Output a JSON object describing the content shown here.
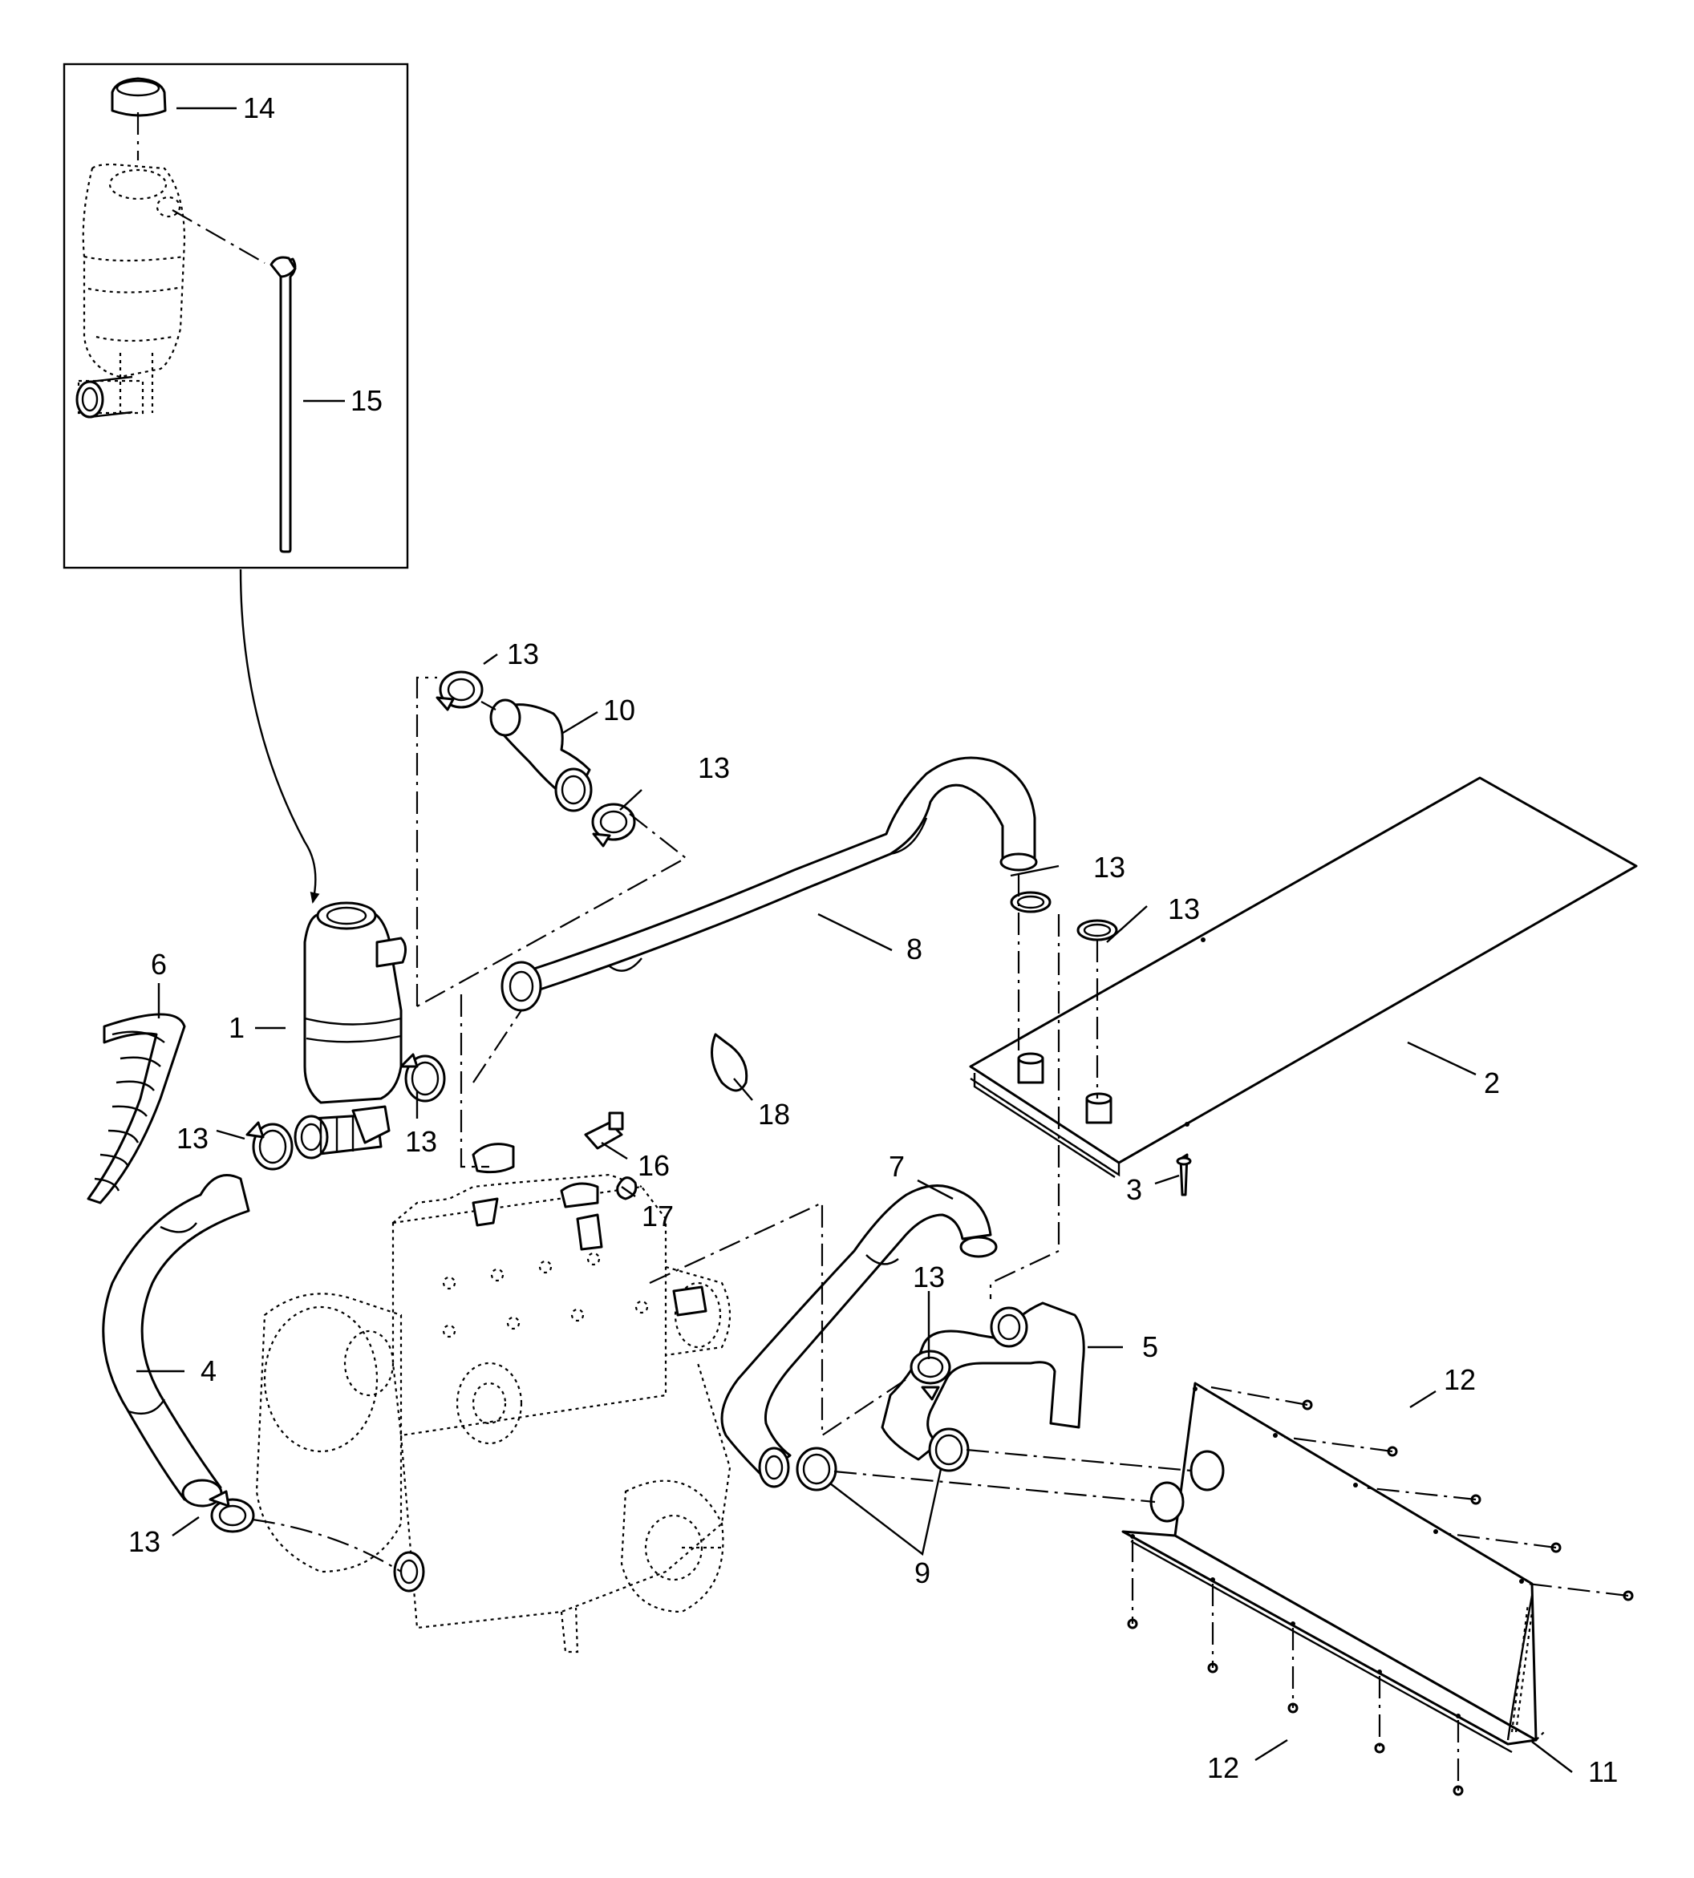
{
  "callouts": {
    "c1": "1",
    "c2": "2",
    "c3": "3",
    "c4": "4",
    "c5": "5",
    "c6": "6",
    "c7": "7",
    "c8": "8",
    "c9": "9",
    "c10": "10",
    "c11": "11",
    "c12a": "12",
    "c12b": "12",
    "c13a": "13",
    "c13b": "13",
    "c13c": "13",
    "c13d": "13",
    "c13e": "13",
    "c13f": "13",
    "c13g": "13",
    "c13h": "13",
    "c14": "14",
    "c15": "15",
    "c16": "16",
    "c17": "17",
    "c18": "18"
  }
}
